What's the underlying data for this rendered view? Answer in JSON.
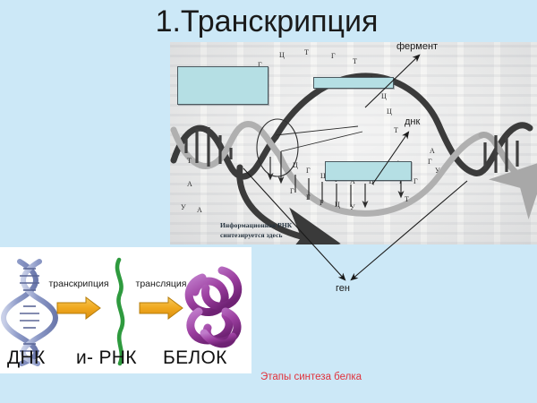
{
  "slide": {
    "background_color": "#cce8f7",
    "title": "1.Транскрипция",
    "footnote": "Этапы синтеза белка",
    "footnote_color": "#e0323c"
  },
  "diagram": {
    "name": "transcription-scan-figure",
    "labels": [
      {
        "id": "enzyme",
        "text": "фермент"
      },
      {
        "id": "dna",
        "text": "днк"
      },
      {
        "id": "gene",
        "text": "ген"
      }
    ],
    "scan_caption": {
      "line1": "Информационная РНК",
      "line2": "синтезируется здесь"
    },
    "answer_boxes": [
      {
        "id": "box-1",
        "label": ""
      },
      {
        "id": "box-2",
        "label": ""
      },
      {
        "id": "box-3",
        "label": ""
      }
    ],
    "nucleotides_top_strand": [
      "Г",
      "Ц",
      "Т",
      "Г",
      "Т",
      "А",
      "Ц",
      "Ц",
      "Т",
      "А",
      "Г"
    ],
    "nucleotides_bottom_strand": [
      "Ц",
      "Г",
      "Ц",
      "Г",
      "Г",
      "Ц",
      "А",
      "Ц",
      "А",
      "Г",
      "Т",
      "Г",
      "А"
    ],
    "bubble_pairs": [
      {
        "top": "Т",
        "bottom": "У"
      },
      {
        "top": "А",
        "bottom": "А"
      }
    ],
    "box_fill_color": "#b5dfe4",
    "box_border_color": "#4c5a60"
  },
  "inset_panel": {
    "name": "protein-synthesis-stages",
    "steps": [
      {
        "id": "dna",
        "big_label": "ДНК",
        "arrow_label": "транскрипция"
      },
      {
        "id": "mrna",
        "big_label": "и- РНК",
        "arrow_label": "трансляция"
      },
      {
        "id": "protein",
        "big_label": "БЕЛОК",
        "arrow_label": ""
      }
    ],
    "arrow_color": "#f0a81e",
    "rna_color": "#2e9a3e",
    "protein_color": "#9c3fa0",
    "dna_color": "#8e9bc8"
  }
}
